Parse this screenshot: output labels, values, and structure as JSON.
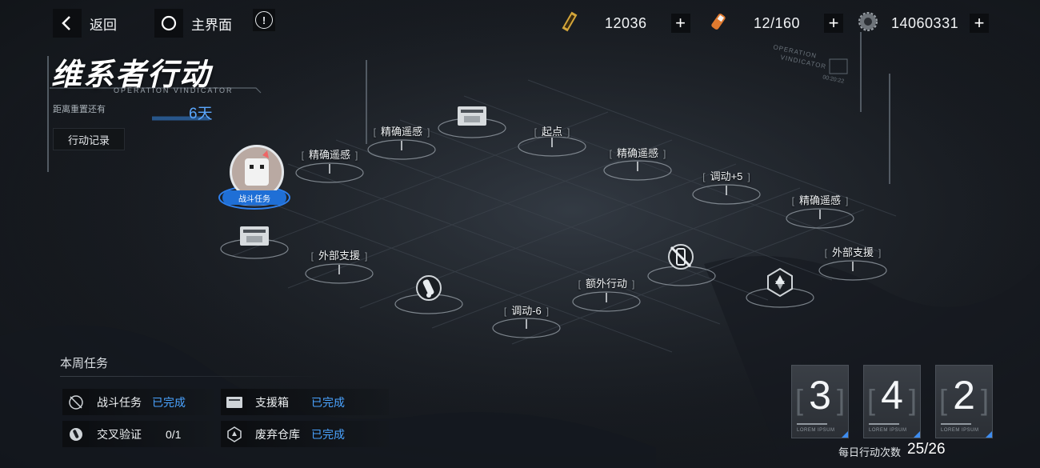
{
  "top": {
    "back_label": "返回",
    "home_label": "主界面",
    "info_symbol": "!"
  },
  "resources": [
    {
      "icon": "energy-ammo-icon",
      "value": "12036",
      "plus": "+"
    },
    {
      "icon": "stamina-vial-icon",
      "value": "12/160",
      "plus": "+"
    },
    {
      "icon": "gear-coin-icon",
      "value": "14060331",
      "plus": "+"
    }
  ],
  "event": {
    "title": "维系者行动",
    "subtitle": "OPERATION VINDICATOR",
    "reset_label": "距离重置还有",
    "reset_value": "6天",
    "record_button": "行动记录",
    "corner_stamp_1": "OPERATION",
    "corner_stamp_2": "VINDICATOR",
    "corner_stamp_3": "00:20:22"
  },
  "map_nodes": [
    {
      "label": "精确遥感"
    },
    {
      "label": "精确遥感"
    },
    {
      "label": "起点"
    },
    {
      "label": "精确遥感"
    },
    {
      "label": "调动+5"
    },
    {
      "label": "精确遥感"
    },
    {
      "label": "外部支援"
    },
    {
      "label": "额外行动"
    },
    {
      "label": "调动-6"
    },
    {
      "label": "外部支援"
    }
  ],
  "player_marker": {
    "label": "战斗任务"
  },
  "icon_nodes": [
    {
      "icon": "supply-box-icon"
    },
    {
      "icon": "supply-box-icon"
    },
    {
      "icon": "cross-verify-icon"
    },
    {
      "icon": "battle-crossed-icon"
    },
    {
      "icon": "abandoned-depot-icon"
    }
  ],
  "weekly": {
    "title": "本周任务",
    "tasks": [
      {
        "icon": "battle-crossed-icon",
        "name": "战斗任务",
        "status": "已完成",
        "status_color": "#4aa3ff"
      },
      {
        "icon": "supply-box-icon",
        "name": "支援箱",
        "status": "已完成",
        "status_color": "#4aa3ff"
      },
      {
        "icon": "cross-verify-icon",
        "name": "交叉验证",
        "status": "0/1",
        "status_color": "#f2f4f6"
      },
      {
        "icon": "abandoned-depot-icon",
        "name": "废弃仓库",
        "status": "已完成",
        "status_color": "#4aa3ff"
      }
    ]
  },
  "counters": {
    "digits": [
      "3",
      "4",
      "2"
    ],
    "card_caption": "LOREM IPSUM",
    "daily_label": "每日行动次数",
    "daily_value": "25/26"
  },
  "colors": {
    "accent_blue": "#4aa3ff",
    "marker_blue": "#1f6fd6"
  }
}
